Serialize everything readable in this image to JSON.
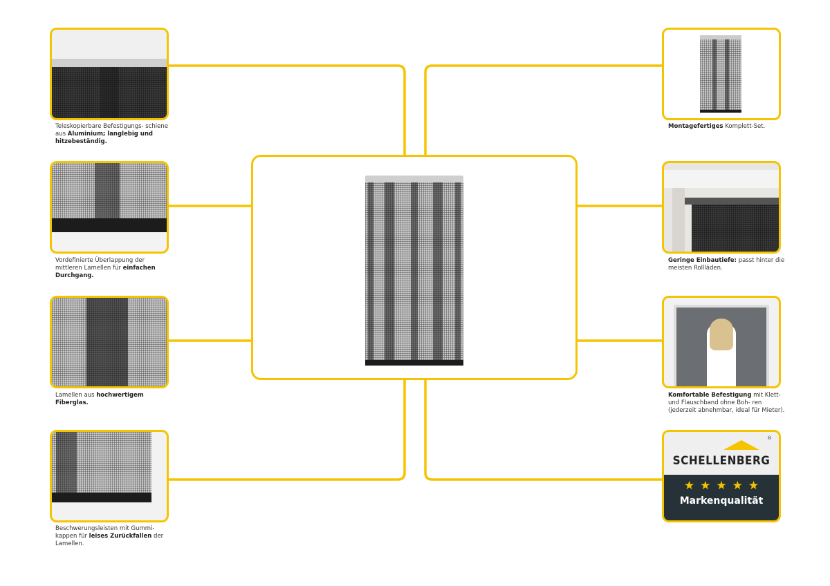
{
  "features_left": [
    {
      "pre": "Teleskopierbare Befestigungs- schiene aus ",
      "bold": "Aluminium; langlebig und hitzebeständig.",
      "post": ""
    },
    {
      "pre": "Vordefinierte Überlappung der mittleren Lamellen für ",
      "bold": "einfachen Durchgang.",
      "post": ""
    },
    {
      "pre": "Lamellen aus ",
      "bold": "hochwertigem Fiberglas.",
      "post": ""
    },
    {
      "pre": "Beschwerungsleisten mit Gummi- kappen für ",
      "bold": "leises Zurückfallen",
      "post": " der Lamellen."
    }
  ],
  "features_right": [
    {
      "pre": "",
      "bold": "Montagefertiges",
      "post": " Komplett-Set."
    },
    {
      "pre": "",
      "bold": "Geringe Einbautiefe:",
      "post": " passt hinter die meisten Rollläden."
    },
    {
      "pre": "",
      "bold": "Komfortable Befestigung",
      "post": " mit Klett- und Flauschband ohne Boh- ren (jederzeit abnehmbar, ideal für Mieter)."
    }
  ],
  "badge": {
    "brand": "SCHELLENBERG",
    "registered": "®",
    "stars": "★★★★★",
    "rating": 5,
    "label": "Markenqualität"
  },
  "colors": {
    "accent": "#f5c400",
    "badge_dark": "#263238"
  }
}
